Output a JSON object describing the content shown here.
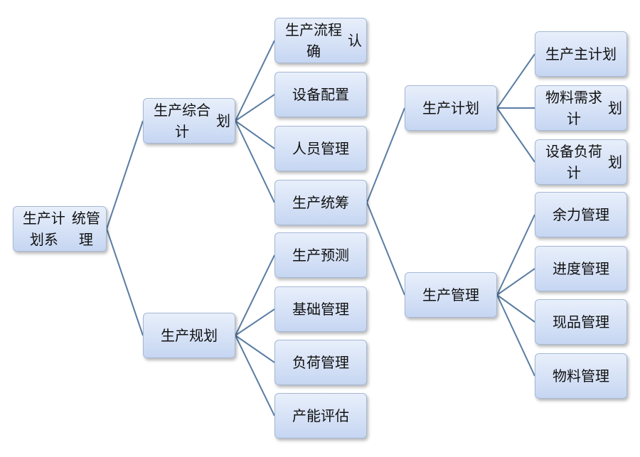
{
  "nodes": {
    "root": {
      "label": "生产计划系统管理",
      "lines": [
        "生产计划系",
        "统管理"
      ]
    },
    "zonghe": {
      "label": "生产综合计划",
      "lines": [
        "生产综合计",
        "划"
      ]
    },
    "guihua": {
      "label": "生产规划",
      "lines": [
        "生产规划"
      ]
    },
    "liucheng": {
      "label": "生产流程确认",
      "lines": [
        "生产流程确",
        "认"
      ]
    },
    "shebei": {
      "label": "设备配置",
      "lines": [
        "设备配置"
      ]
    },
    "renyuan": {
      "label": "人员管理",
      "lines": [
        "人员管理"
      ]
    },
    "tongchou": {
      "label": "生产统筹",
      "lines": [
        "生产统筹"
      ]
    },
    "yuce": {
      "label": "生产预测",
      "lines": [
        "生产预测"
      ]
    },
    "jichu": {
      "label": "基础管理",
      "lines": [
        "基础管理"
      ]
    },
    "fuhe": {
      "label": "负荷管理",
      "lines": [
        "负荷管理"
      ]
    },
    "channeng": {
      "label": "产能评估",
      "lines": [
        "产能评估"
      ]
    },
    "jihua": {
      "label": "生产计划",
      "lines": [
        "生产计划"
      ]
    },
    "guanli": {
      "label": "生产管理",
      "lines": [
        "生产管理"
      ]
    },
    "zhujihua": {
      "label": "生产主计划",
      "lines": [
        "生产主计划"
      ]
    },
    "wuliaoxq": {
      "label": "物料需求计划",
      "lines": [
        "物料需求计",
        "划"
      ]
    },
    "shebeifh": {
      "label": "设备负荷计划",
      "lines": [
        "设备负荷计",
        "划"
      ]
    },
    "yuli": {
      "label": "余力管理",
      "lines": [
        "余力管理"
      ]
    },
    "jindu": {
      "label": "进度管理",
      "lines": [
        "进度管理"
      ]
    },
    "xianpin": {
      "label": "现品管理",
      "lines": [
        "现品管理"
      ]
    },
    "wuliao": {
      "label": "物料管理",
      "lines": [
        "物料管理"
      ]
    }
  },
  "edges": [
    [
      "root",
      "zonghe"
    ],
    [
      "root",
      "guihua"
    ],
    [
      "zonghe",
      "liucheng"
    ],
    [
      "zonghe",
      "shebei"
    ],
    [
      "zonghe",
      "renyuan"
    ],
    [
      "zonghe",
      "tongchou"
    ],
    [
      "guihua",
      "yuce"
    ],
    [
      "guihua",
      "jichu"
    ],
    [
      "guihua",
      "fuhe"
    ],
    [
      "guihua",
      "channeng"
    ],
    [
      "tongchou",
      "jihua"
    ],
    [
      "tongchou",
      "guanli"
    ],
    [
      "jihua",
      "zhujihua"
    ],
    [
      "jihua",
      "wuliaoxq"
    ],
    [
      "jihua",
      "shebeifh"
    ],
    [
      "guanli",
      "yuli"
    ],
    [
      "guanli",
      "jindu"
    ],
    [
      "guanli",
      "xianpin"
    ],
    [
      "guanli",
      "wuliao"
    ]
  ]
}
